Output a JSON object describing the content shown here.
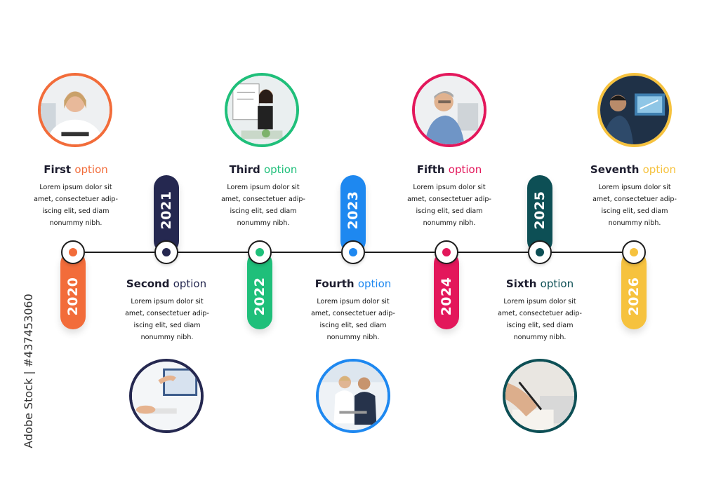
{
  "description_lines": [
    "Lorem ipsum dolor sit",
    "amet, consectetuer adip-",
    "iscing elit, sed diam",
    "nonummy nibh."
  ],
  "items": [
    {
      "word": "First",
      "accent": "option",
      "year": "2020",
      "color": "#f26c3a"
    },
    {
      "word": "Second",
      "accent": "option",
      "year": "2021",
      "color": "#252850"
    },
    {
      "word": "Third",
      "accent": "option",
      "year": "2022",
      "color": "#1fbf7a"
    },
    {
      "word": "Fourth",
      "accent": "option",
      "year": "2023",
      "color": "#1e88f0"
    },
    {
      "word": "Fifth",
      "accent": "option",
      "year": "2024",
      "color": "#e3175b"
    },
    {
      "word": "Sixth",
      "accent": "option",
      "year": "2025",
      "color": "#0d4f55"
    },
    {
      "word": "Seventh",
      "accent": "option",
      "year": "2026",
      "color": "#f6c23e"
    }
  ],
  "watermark": "Adobe Stock | #437453060"
}
